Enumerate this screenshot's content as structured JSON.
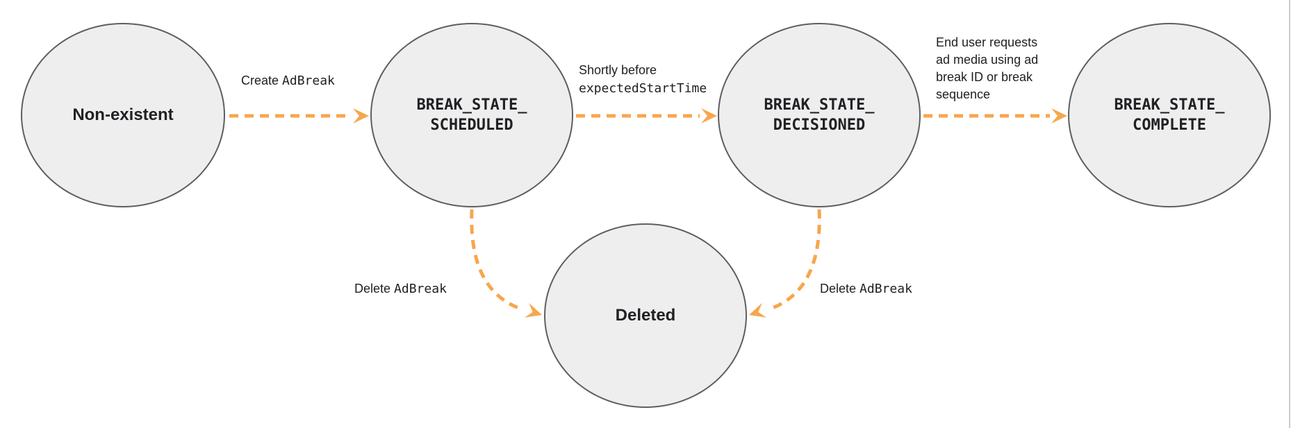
{
  "colors": {
    "accent_orange": "#F7A64C",
    "node_fill": "#EEEEEE",
    "node_border": "#5C5F62",
    "text": "#202124",
    "edge_line": "#CBCBCB"
  },
  "nodes": {
    "non_existent": {
      "label": "Non-existent"
    },
    "scheduled": {
      "line1": "BREAK_STATE_",
      "line2": "SCHEDULED"
    },
    "decisioned": {
      "line1": "BREAK_STATE_",
      "line2": "DECISIONED"
    },
    "complete": {
      "line1": "BREAK_STATE_",
      "line2": "COMPLETE"
    },
    "deleted": {
      "label": "Deleted"
    }
  },
  "edges": {
    "create": {
      "text_sans": "Create ",
      "text_mono": "AdBreak"
    },
    "shortly_before": {
      "line1_sans": "Shortly before",
      "line2_mono": "expectedStartTime"
    },
    "end_user_request": {
      "line1": "End user requests",
      "line2": "ad media using ad",
      "line3": "break ID or break",
      "line4": "sequence"
    },
    "delete_from_scheduled": {
      "text_sans": "Delete ",
      "text_mono": "AdBreak"
    },
    "delete_from_decisioned": {
      "text_sans": "Delete ",
      "text_mono": "AdBreak"
    }
  }
}
